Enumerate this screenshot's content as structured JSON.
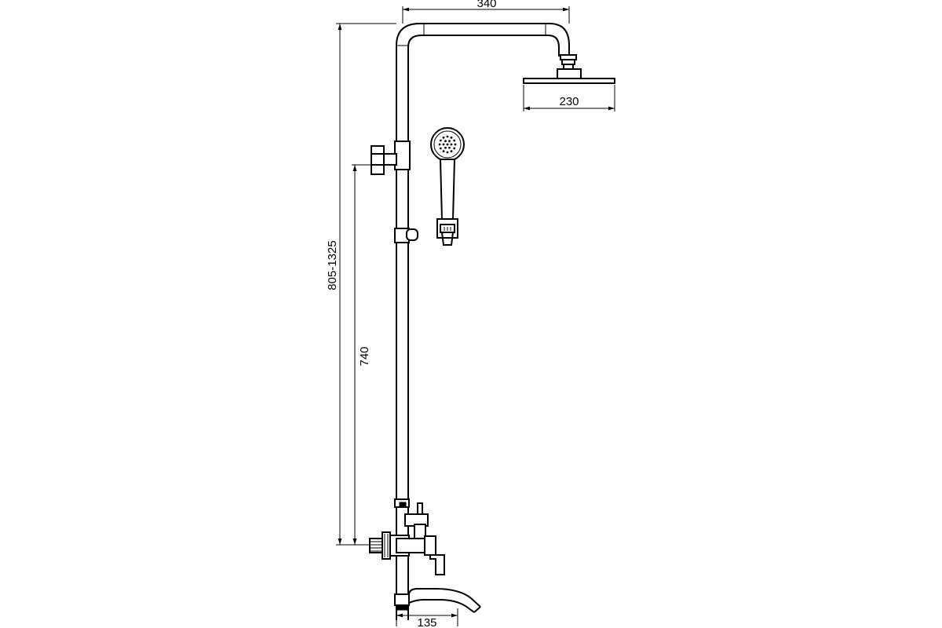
{
  "dimensions": {
    "arm_reach": "340",
    "head_width": "230",
    "height_range": "805-1325",
    "mixer_to_holder": "740",
    "spout_length": "135"
  },
  "colors": {
    "line": "#000000",
    "background": "#ffffff"
  }
}
